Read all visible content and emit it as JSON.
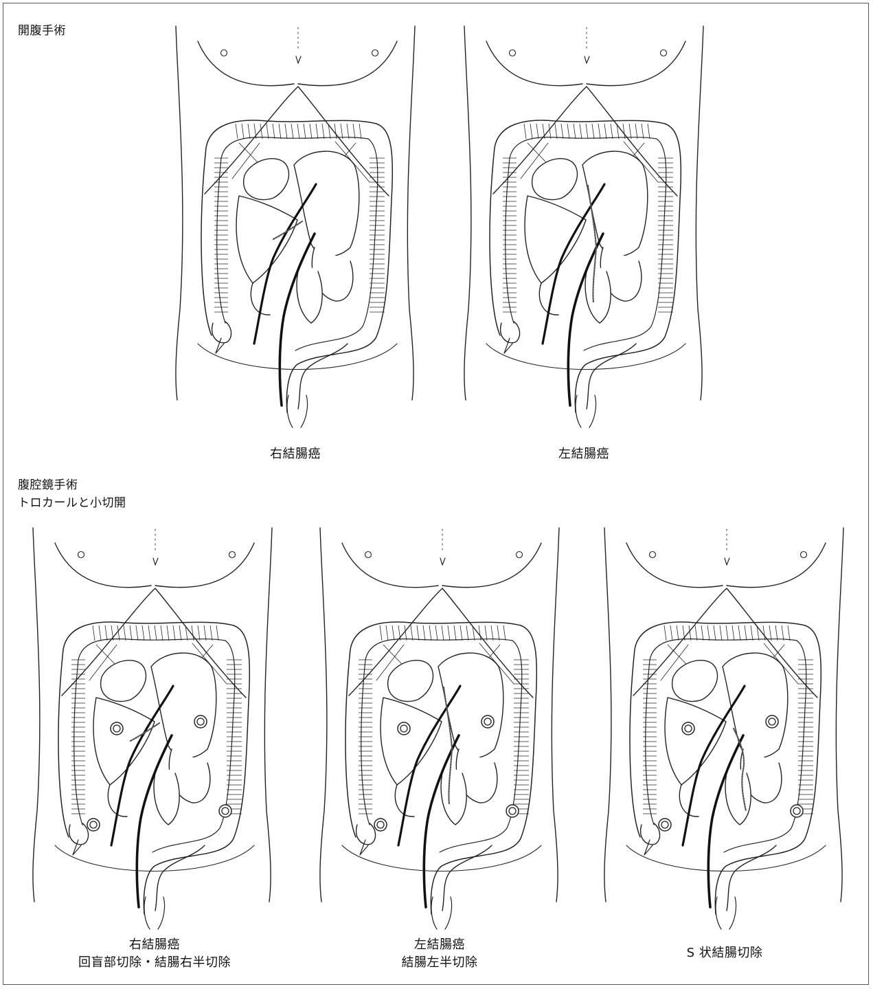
{
  "sections": {
    "open": {
      "title": "開腹手術",
      "figures": [
        {
          "caption": [
            "右結腸癌"
          ],
          "incision": "right"
        },
        {
          "caption": [
            "左結腸癌"
          ],
          "incision": "left"
        }
      ]
    },
    "laparoscopic": {
      "title_line1": "腹腔鏡手術",
      "title_line2": "トロカールと小切開",
      "figures": [
        {
          "caption": [
            "右結腸癌",
            "回盲部切除・結腸右半切除"
          ],
          "incision": "right"
        },
        {
          "caption": [
            "左結腸癌",
            "結腸左半切除"
          ],
          "incision": "left"
        },
        {
          "caption": [
            "S 状結腸切除"
          ],
          "incision": "sigmoid"
        }
      ]
    }
  },
  "colors": {
    "line": "#222222",
    "organ_fill": "#ffffff",
    "thick_line": "#111111"
  }
}
